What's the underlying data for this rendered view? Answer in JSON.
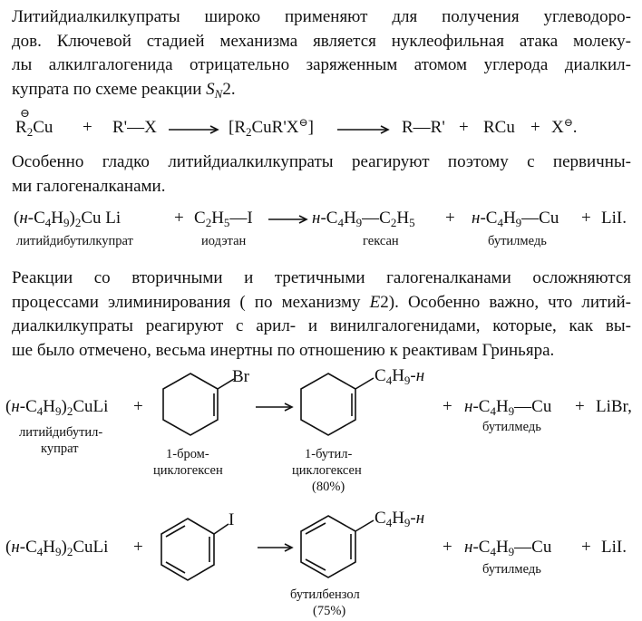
{
  "para1": [
    "Литийдиалкилкупраты широко применяют для получения углеводоро-",
    "дов. Ключевой стадией механизма является нуклеофильная атака молеку-",
    "лы алкилгалогенида отрицательно заряженным атомом углерода диалкил-",
    "купрата по схеме реакции "
  ],
  "para1_sn": "S",
  "para1_sn_sub": "N",
  "para1_end": "2.",
  "scheme1": {
    "charge": "⊖",
    "r2cu": "R",
    "r2cu_sub": "2",
    "r2cu_tail": "Cu",
    "plus1": "+",
    "rx": "R'—X",
    "complex_open": "[R",
    "complex_sub": "2",
    "complex_mid": "CuR'X",
    "complex_charge": "⊖",
    "complex_close": "]",
    "prod1": "R—R'",
    "plus2": "+",
    "prod2": "RCu",
    "plus3": "+",
    "prod3": "X",
    "prod3_charge": "⊖",
    "prod3_end": "."
  },
  "para2": [
    "Особенно гладко литийдиалкилкупраты реагируют поэтому с первичны-",
    "ми галогеналканами."
  ],
  "scheme2": {
    "reagent": "(н-C4H9)2Cu Li",
    "plus1": "+",
    "iodo": "C2H5—I",
    "product": "н-C4H9—C2H5",
    "plus2": "+",
    "cu": "н-C4H9—Cu",
    "plus3": "+",
    "lii": "LiI.",
    "cap_reagent": "литийдибутилкупрат",
    "cap_iodo": "иодэтан",
    "cap_product": "гексан",
    "cap_cu": "бутилмедь"
  },
  "para3": [
    "Реакции со вторичными и третичными галогеналканами осложняются",
    "процессами элиминирования ( по механизму ",
    "диалкилкупраты реагируют с арил- и винилгалогенидами, которые, как вы-",
    "ше было отмечено, весьма инертны по отношению к реактивам Гриньяра."
  ],
  "para3_e2": "E",
  "para3_e2_num": "2",
  "para3_line2_end": "). Особенно важно, что литий-",
  "scheme3": {
    "reagent": "(н-C4H9)2CuLi",
    "plus1": "+",
    "br": "Br",
    "sub_label": "C4H9-н",
    "plus2": "+",
    "cu": "н-C4H9—Cu",
    "plus3": "+",
    "libr": "LiBr,",
    "cap_reagent_1": "литийдибутил-",
    "cap_reagent_2": "купрат",
    "cap_sm_1": "1-бром-",
    "cap_sm_2": "циклогексен",
    "cap_prod_1": "1-бутил-",
    "cap_prod_2": "циклогексен",
    "cap_prod_3": "(80%)",
    "cap_cu": "бутилмедь"
  },
  "scheme4": {
    "reagent": "(н-C4H9)2CuLi",
    "plus1": "+",
    "iodine": "I",
    "sub_label": "C4H9-н",
    "plus2": "+",
    "cu": "н-C4H9—Cu",
    "plus3": "+",
    "lii": "LiI.",
    "cap_prod_1": "бутилбензол",
    "cap_prod_2": "(75%)",
    "cap_cu": "бутилмедь"
  }
}
